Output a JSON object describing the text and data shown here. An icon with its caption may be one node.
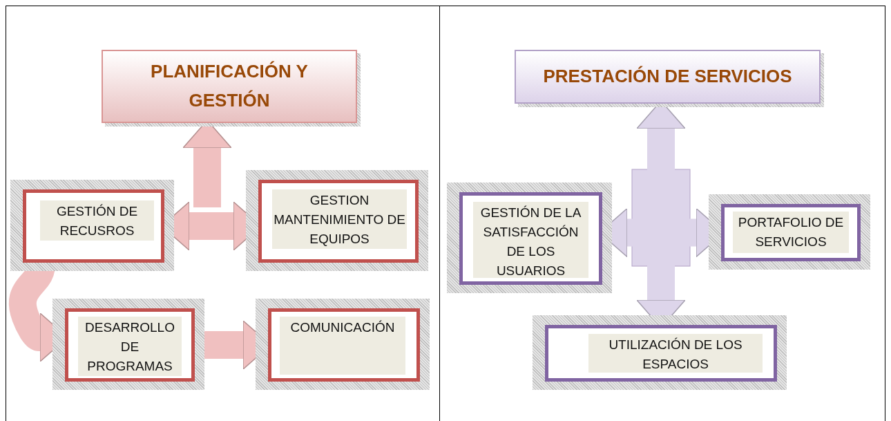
{
  "diagram": {
    "nodes": [
      {
        "text": [
          "PLANIFICACIÓN Y GESTIÓN"
        ]
      },
      {
        "text": [
          "GESTIÓN DE RECUSROS"
        ]
      },
      {
        "text": [
          "GESTION MANTENIMIENTO DE EQUIPOS"
        ]
      },
      {
        "text": [
          "DESARROLLO DE PROGRAMAS"
        ]
      },
      {
        "text": [
          "COMUNICACIÓN"
        ]
      },
      {
        "text": [
          "PRESTACIÓN DE SERVICIOS"
        ]
      },
      {
        "text": [
          "GESTIÓN DE LA SATISFACCIÓN DE LOS USUARIOS"
        ]
      },
      {
        "text": [
          "PORTAFOLIO DE SERVICIOS"
        ]
      },
      {
        "text": [
          "UTILIZACIÓN DE LOS ESPACIOS"
        ]
      }
    ],
    "edges": [
      {
        "from": 1,
        "to": 2,
        "arrow": "both",
        "color": "#f0c0c0"
      },
      {
        "from": null,
        "to": 0,
        "arrow": "to",
        "color": "#f0c0c0"
      },
      {
        "from": 1,
        "to": 3,
        "arrow": "to",
        "color": "#f0c0c0"
      },
      {
        "from": 3,
        "to": 4,
        "arrow": "to",
        "color": "#f0c0c0"
      },
      {
        "from": 6,
        "to": 7,
        "arrow": "both",
        "color": "#ddd5ea"
      },
      {
        "from": null,
        "to": 5,
        "arrow": "to",
        "color": "#ddd5ea"
      },
      {
        "from": null,
        "to": 8,
        "arrow": "to",
        "color": "#ddd5ea"
      }
    ]
  }
}
